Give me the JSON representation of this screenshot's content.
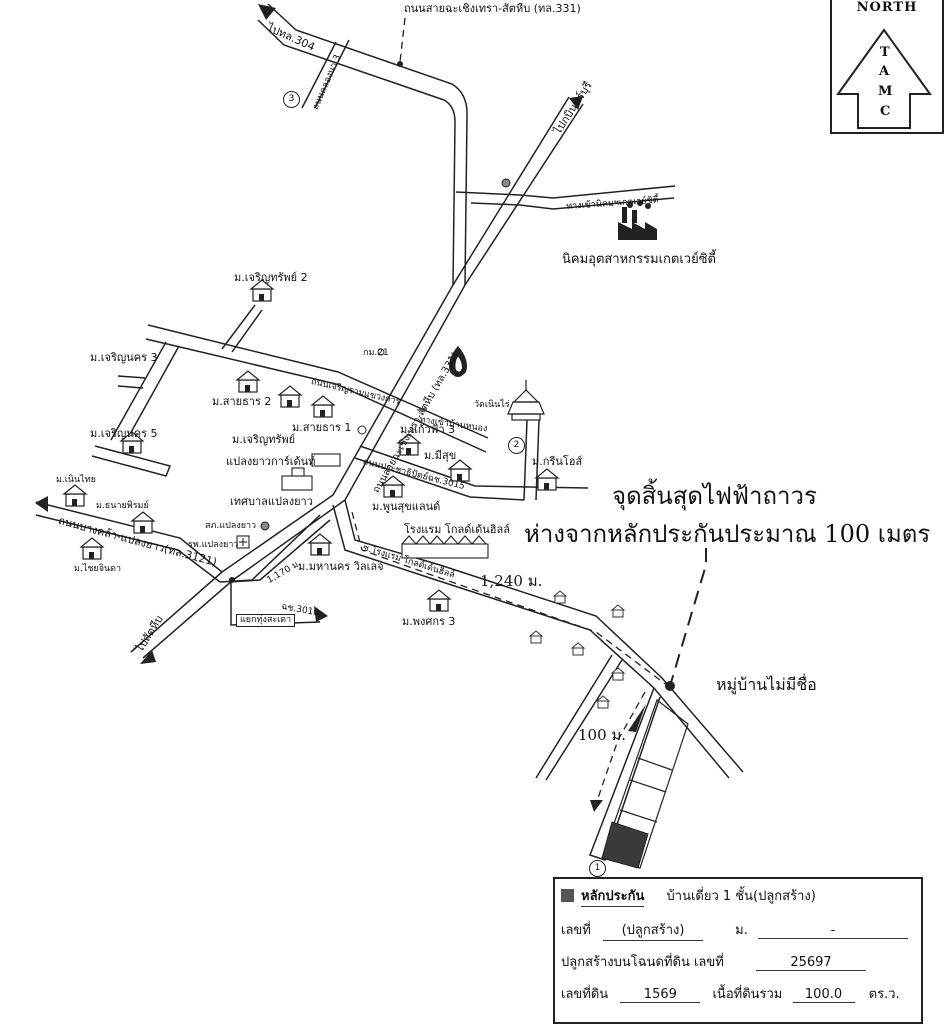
{
  "map": {
    "north": {
      "title": "NORTH",
      "letters": [
        "T",
        "A",
        "M",
        "C"
      ]
    },
    "roads": {
      "road_331_top": "ถนนสายฉะเชิงเทรา-สัตหีบ (ทล.331)",
      "to_304": "ไปทล.304",
      "road_331_center": "ถนนสายฉะเชิงเทรา-สัตหีบ (ทล.331)",
      "to_chonburi": "ไปกบินทร์บุรี",
      "road_gateway": "ทางเข้านิคมฯเกตเวย์ซิตี้",
      "road_bangkla": "ถนนบางคล้า-แปลงยาว(ทล.3121)",
      "to_sattahip": "ไปสัตหีบ",
      "ch_3010": "ฉช.3010",
      "junction": "แยกทุ่งสะเดา",
      "road_3015": "ถนนประชาธิปัตย์ฉช.3015",
      "road_goldenhill": "ซ.โรงแรม โกลด์เด้นฮิลล์",
      "km_21": "กม.21",
      "road_school": "ถนนเจริญรามแขวงการ",
      "road_kamphaeng": "ทางเข้าบ้านหนอง"
    },
    "places": {
      "industrial": "นิคมอุตสาหกรรมเกตเวย์ซิตี้",
      "charoensap2": "ม.เจริญทรัพย์ 2",
      "charoen3": "ม.เจริญนคร 3",
      "charoen5": "ม.เจริญนคร 5",
      "saithan2": "ม.สายธาร 2",
      "saithan": "ม.สายธาร 1",
      "charoensap": "ม.เจริญทรัพย์",
      "pluangyao_garden": "แปลงยาวการ์เด้นท์",
      "tessaban": "เทศบาลแปลงยาว",
      "kaewfa": "ม.แก้วฟ้า 3",
      "meesuk": "ม.มีสุข",
      "poonsuk": "ม.พูนสุขแลนด์",
      "green_home": "ม.กรีนโฮส์",
      "wat": "วัดเนินไร่",
      "hotel": "โรงแรม โกลด์เด้นฮิลล์",
      "police": "สภ.แปลงยาว",
      "hospital": "รพ.แปลงยาว",
      "mahanakorn": "ม.มหานคร วิลเลจ",
      "pongsakorn": "ม.พงศกร 3",
      "nernthai": "ม.เนินไทย",
      "thanaipirom": "ม.ธนายพิรมย์",
      "chaipankha": "ม.ไชยจินดา",
      "village_noname": "หมู่บ้านไม่มีชื่อ",
      "khokmakham": "ถนนคลองนา 3"
    },
    "distances": {
      "d1": "1,240 ม.",
      "d2": "100 ม.",
      "d3": "1,170 ม."
    },
    "markers": {
      "m1": "1",
      "m2": "2",
      "m3": "3"
    },
    "notice": {
      "line1": "จุดสิ้นสุดไฟฟ้าถาวร",
      "line2": "ห่างจากหลักประกันประมาณ 100 เมตร"
    }
  },
  "info": {
    "title": "หลักประกัน",
    "desc": "บ้านเดี่ยว 1 ชั้น(ปลูกสร้าง)",
    "no_label": "เลขที่",
    "no_value": "(ปลูกสร้าง)",
    "moo_label": "ม.",
    "moo_value": "-",
    "deed_label": "ปลูกสร้างบนโฉนดที่ดิน เลขที่",
    "deed_value": "25697",
    "land_no_label": "เลขที่ดิน",
    "land_no_value": "1569",
    "area_label": "เนื้อที่ดินรวม",
    "area_value": "100.0",
    "area_unit": "ตร.ว."
  }
}
